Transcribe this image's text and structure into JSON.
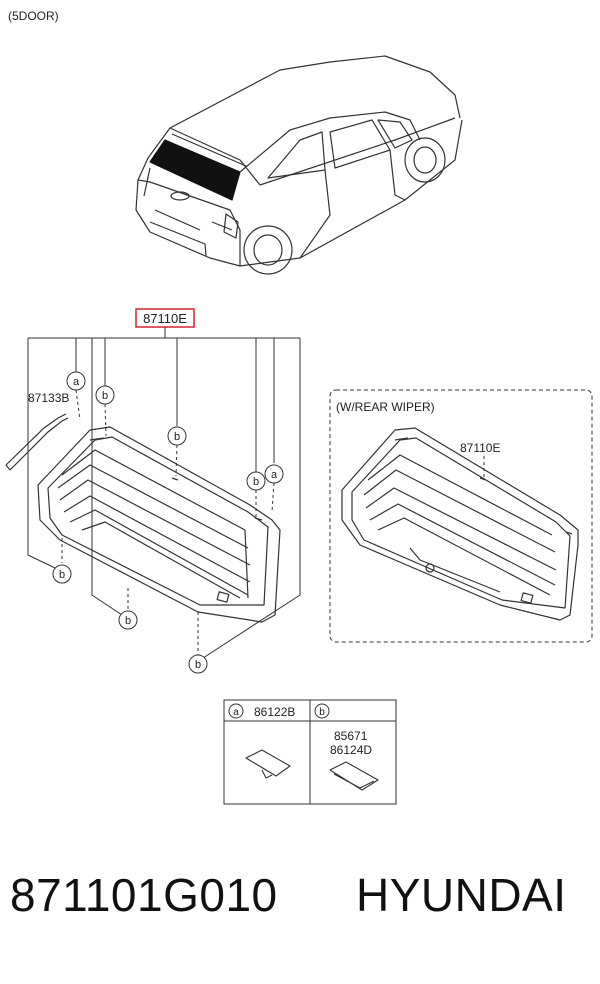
{
  "header": {
    "variant_label": "(5DOOR)"
  },
  "main_part": {
    "number": "87110E"
  },
  "parts": {
    "moulding": "87133B",
    "wiper_variant_title": "(W/REAR WIPER)",
    "wiper_variant_part": "87110E"
  },
  "callouts": {
    "a": "a",
    "b": "b"
  },
  "legend": {
    "a_letter": "a",
    "a_part": "86122B",
    "b_letter": "b",
    "b_part_1": "85671",
    "b_part_2": "86124D"
  },
  "footer": {
    "part_number": "871101G010",
    "brand": "HYUNDAI"
  },
  "colors": {
    "highlight_box": "#d9232d",
    "line": "#333333"
  }
}
